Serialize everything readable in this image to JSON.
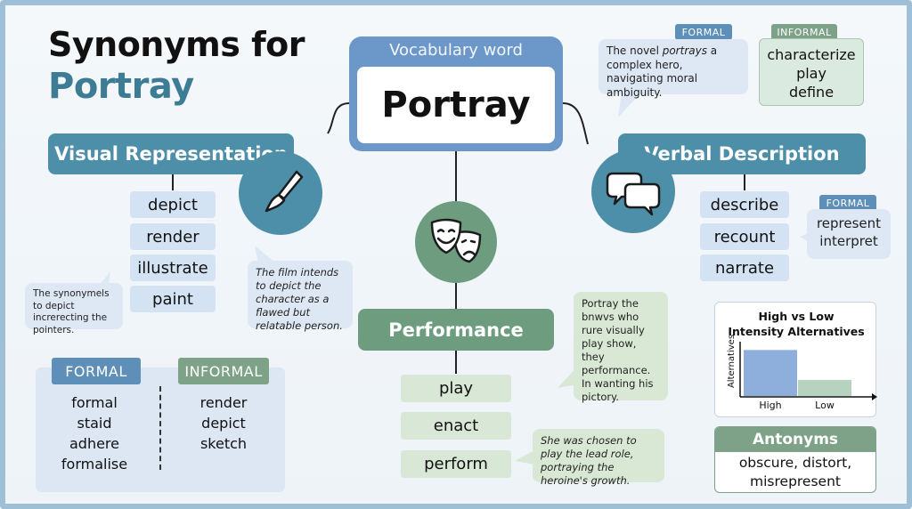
{
  "title": {
    "line1": "Synonyms for",
    "line2": "Portray"
  },
  "center": {
    "label": "Vocabulary word",
    "word": "Portray"
  },
  "visual": {
    "title": "Visual Representation",
    "icon": "paintbrush-icon",
    "synonyms": [
      "depict",
      "render",
      "illustrate",
      "paint"
    ],
    "note_left": "The synonymels to depict increrecting the pointers.",
    "note_example": "The film intends to depict the character as a flawed but relatable person."
  },
  "verbal": {
    "title": "Verbal Description",
    "icon": "speech-bubbles-icon",
    "synonyms": [
      "describe",
      "recount",
      "narrate"
    ],
    "formal_tag": "FORMAL",
    "formal_words": [
      "represent",
      "interpret"
    ],
    "example_tag": "FORMAL",
    "example_pre": "The novel ",
    "example_em": "portrays",
    "example_post": " a complex hero, navigating moral ambiguity.",
    "informal_tag": "INFORMAL",
    "informal_words": [
      "characterize",
      "play",
      "define"
    ]
  },
  "performance": {
    "title": "Performance",
    "icon": "theater-masks-icon",
    "synonyms": [
      "play",
      "enact",
      "perform"
    ],
    "note_top": "Portray the bnwvs who rure visually play show, they performance. In wanting his pictory.",
    "note_bottom": "She was chosen to play the lead role, portraying the heroine's growth."
  },
  "register": {
    "formal_tag": "FORMAL",
    "informal_tag": "INFORMAL",
    "formal": [
      "formal",
      "staid",
      "adhere",
      "formalise"
    ],
    "informal": [
      "render",
      "depict",
      "sketch"
    ]
  },
  "chart_data": {
    "type": "bar",
    "title": "High vs Low Intensity Alternatives",
    "ylabel": "Alternatives",
    "xlabel": "",
    "categories": [
      "High",
      "Low"
    ],
    "values": [
      100,
      35
    ],
    "colors": [
      "#8eaedb",
      "#b7d2bf"
    ],
    "ylim": [
      0,
      120
    ],
    "grid": false
  },
  "antonyms": {
    "title": "Antonyms",
    "words": "obscure, distort, misrepresent"
  }
}
